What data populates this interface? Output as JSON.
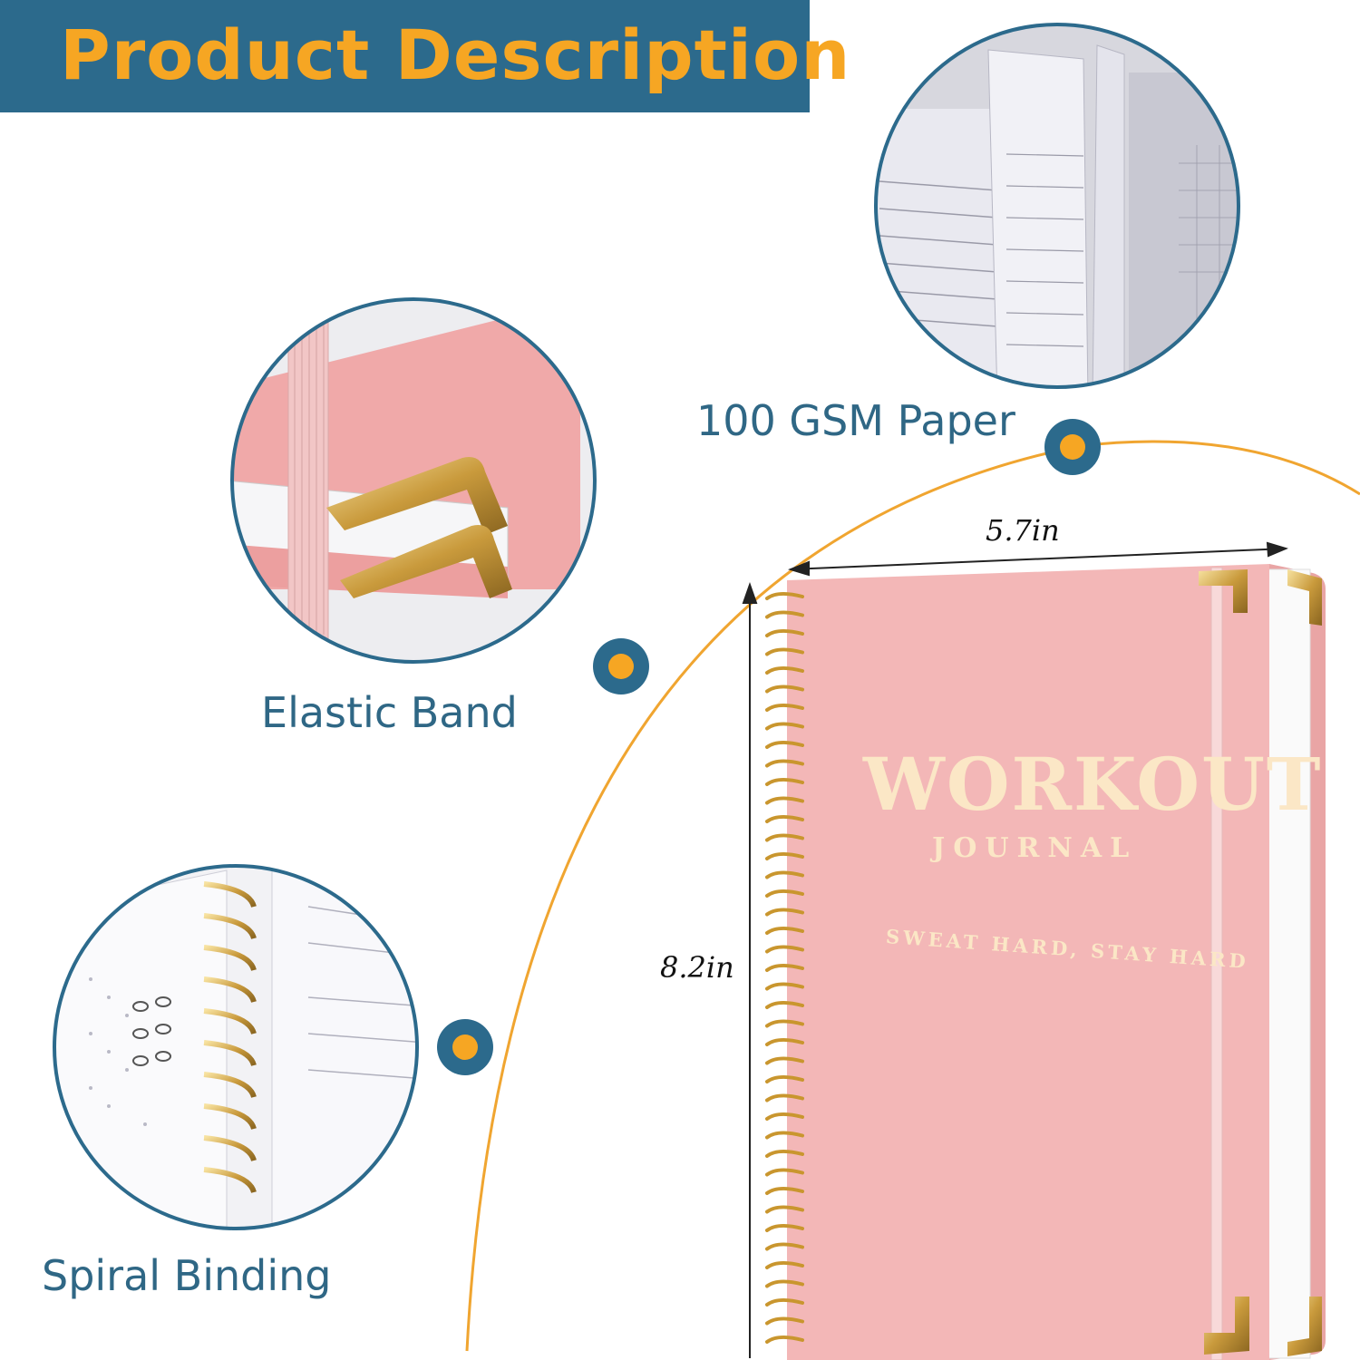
{
  "banner": {
    "title": "Product Description"
  },
  "features": [
    {
      "label": "100 GSM Paper"
    },
    {
      "label": "Elastic Band"
    },
    {
      "label": "Spiral Binding"
    }
  ],
  "dimensions": {
    "width": "5.7in",
    "height": "8.2in"
  },
  "cover": {
    "title": "WORKOUT",
    "subtitle": "JOURNAL",
    "tagline": "SWEAT HARD, STAY HARD"
  },
  "colors": {
    "banner": "#2c6a8c",
    "accent": "#f6a623",
    "label": "#2f6785",
    "cover": "#f3b7b7",
    "gold": "#c9962e"
  }
}
